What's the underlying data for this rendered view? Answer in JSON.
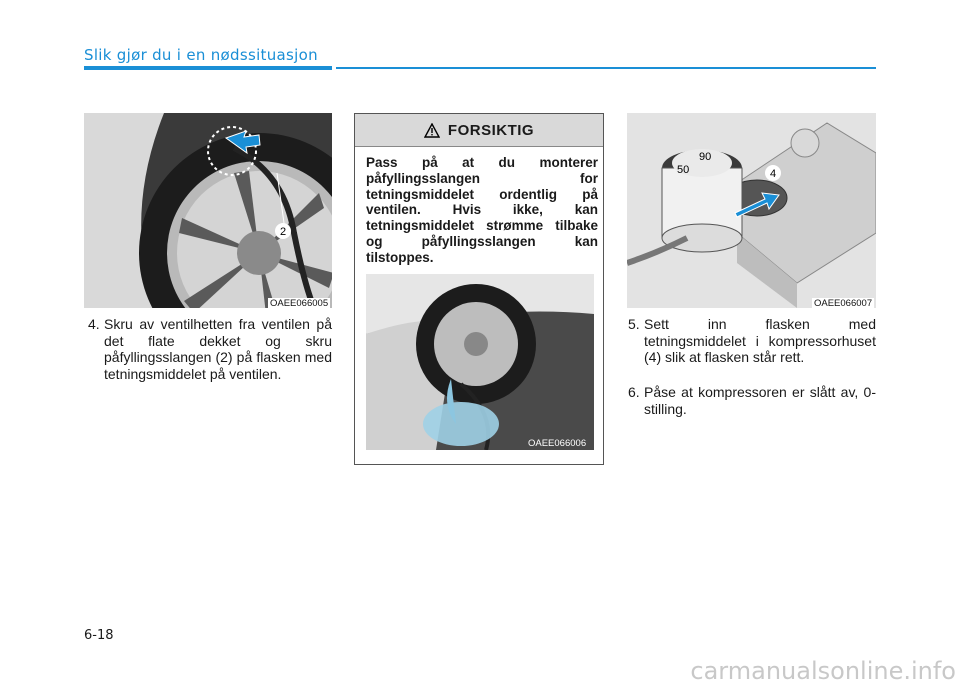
{
  "header": {
    "title": "Slik gjør du i en nødssituasjon"
  },
  "figures": {
    "fig1": {
      "code": "OAEE066005",
      "callout": "2"
    },
    "fig2": {
      "code": "OAEE066006"
    },
    "fig3": {
      "code": "OAEE066007",
      "callout": "4",
      "gauge_top": "90",
      "gauge_bottom": "50"
    }
  },
  "steps": {
    "step4": {
      "num": "4.",
      "text": "Skru av ventilhetten fra ventilen på det flate dekket og skru påfyllingsslangen (2) på flasken med tetningsmiddelet på ventilen."
    },
    "step5": {
      "num": "5.",
      "text": "Sett inn flasken med tetningsmiddelet i kompressorhuset (4) slik at flasken står rett."
    },
    "step6": {
      "num": "6.",
      "text": "Påse at kompressoren er slått av, 0-stilling."
    }
  },
  "caution": {
    "title": "FORSIKTIG",
    "body": "Pass på at du monterer påfyllingsslangen for tetningsmiddelet ordentlig på ventilen. Hvis ikke, kan tetningsmiddelet strømme tilbake og påfyllingsslangen kan tilstoppes."
  },
  "page_number": "6-18",
  "watermark": "carmanualsonline.info"
}
